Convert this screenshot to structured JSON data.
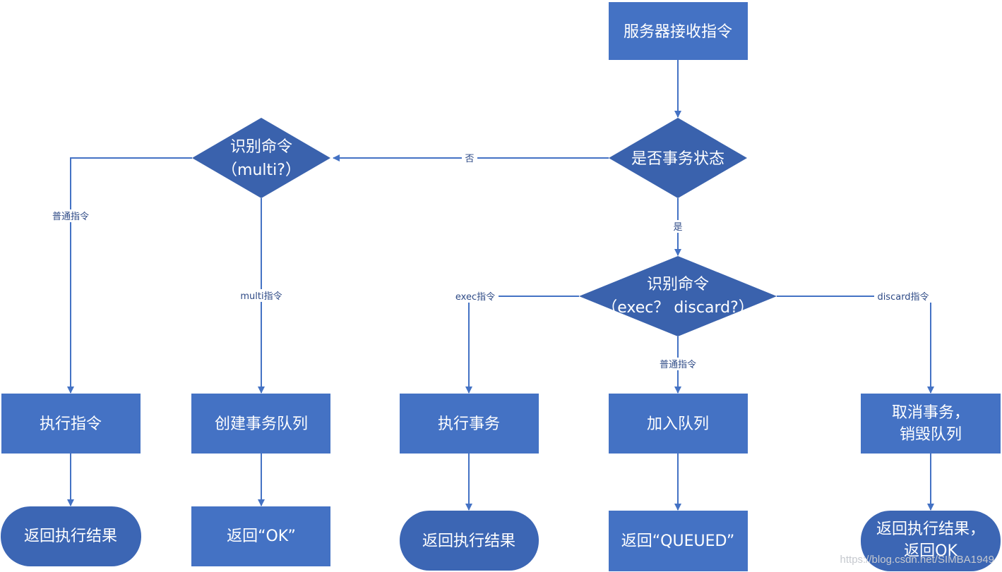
{
  "colors": {
    "box": "#4472c4",
    "decision": "#3a62ad",
    "terminal": "#3c66b4",
    "line": "#4472c4",
    "edge_label": "#2e4a86",
    "watermark": "#c6c9cf"
  },
  "nodes": {
    "server_receive": "服务器接收指令",
    "is_transaction": "是否事务状态",
    "identify_multi_line1": "识别命令",
    "identify_multi_line2": "（multi?）",
    "identify_exec_line1": "识别命令",
    "identify_exec_line2": "（exec？ discard?）",
    "execute_command": "执行指令",
    "create_queue": "创建事务队列",
    "execute_transaction": "执行事务",
    "enqueue": "加入队列",
    "cancel_line1": "取消事务，",
    "cancel_line2": "销毁队列",
    "return_result_1": "返回执行结果",
    "return_ok": "返回“OK”",
    "return_result_2": "返回执行结果",
    "return_queued": "返回“QUEUED”",
    "return_result_ok_line1": "返回执行结果，",
    "return_result_ok_line2": "返回OK"
  },
  "edges": {
    "no": "否",
    "yes": "是",
    "normal_command_1": "普通指令",
    "multi_command": "multi指令",
    "exec_command": "exec指令",
    "normal_command_2": "普通指令",
    "discard_command": "discard指令"
  },
  "watermark": "https://blog.csdn.net/SIMBA1949"
}
